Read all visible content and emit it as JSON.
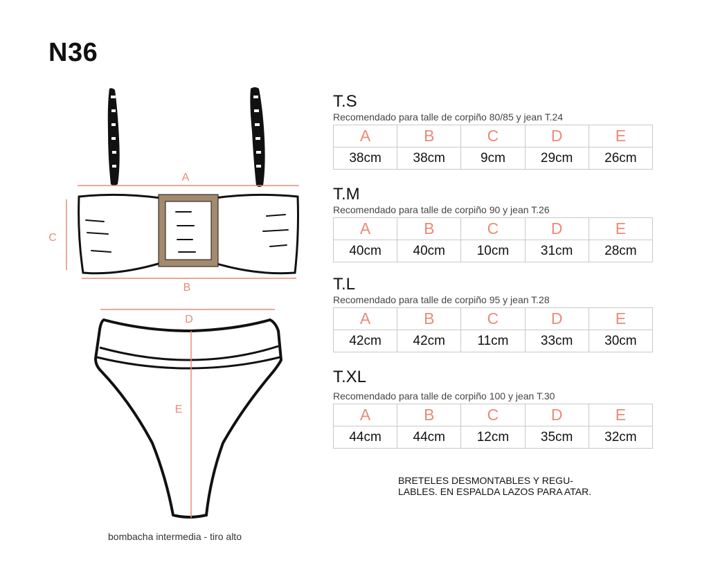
{
  "model": "N36",
  "diagram": {
    "labels": {
      "a": "A",
      "b": "B",
      "c": "C",
      "d": "D",
      "e": "E"
    },
    "caption": "bombacha intermedia - tiro alto",
    "accent_color": "#ec8a76",
    "buckle_color": "#a38a6d"
  },
  "sizes": [
    {
      "name": "T.S",
      "recommendation": "Recomendado para talle de corpiño 80/85 y jean T.24",
      "headers": [
        "A",
        "B",
        "C",
        "D",
        "E"
      ],
      "values": [
        "38cm",
        "38cm",
        "9cm",
        "29cm",
        "26cm"
      ]
    },
    {
      "name": "T.M",
      "recommendation": "Recomendado para talle de corpiño 90 y jean T.26",
      "headers": [
        "A",
        "B",
        "C",
        "D",
        "E"
      ],
      "values": [
        "40cm",
        "40cm",
        "10cm",
        "31cm",
        "28cm"
      ]
    },
    {
      "name": "T.L",
      "recommendation": "Recomendado para talle de corpiño 95 y jean T.28",
      "headers": [
        "A",
        "B",
        "C",
        "D",
        "E"
      ],
      "values": [
        "42cm",
        "42cm",
        "11cm",
        "33cm",
        "30cm"
      ]
    },
    {
      "name": "T.XL",
      "recommendation": "Recomendado para talle de corpiño 100 y jean T.30",
      "headers": [
        "A",
        "B",
        "C",
        "D",
        "E"
      ],
      "values": [
        "44cm",
        "44cm",
        "12cm",
        "35cm",
        "32cm"
      ]
    }
  ],
  "note": "BRETELES DESMONTABLES Y REGU- LABLES. EN ESPALDA LAZOS PARA ATAR."
}
